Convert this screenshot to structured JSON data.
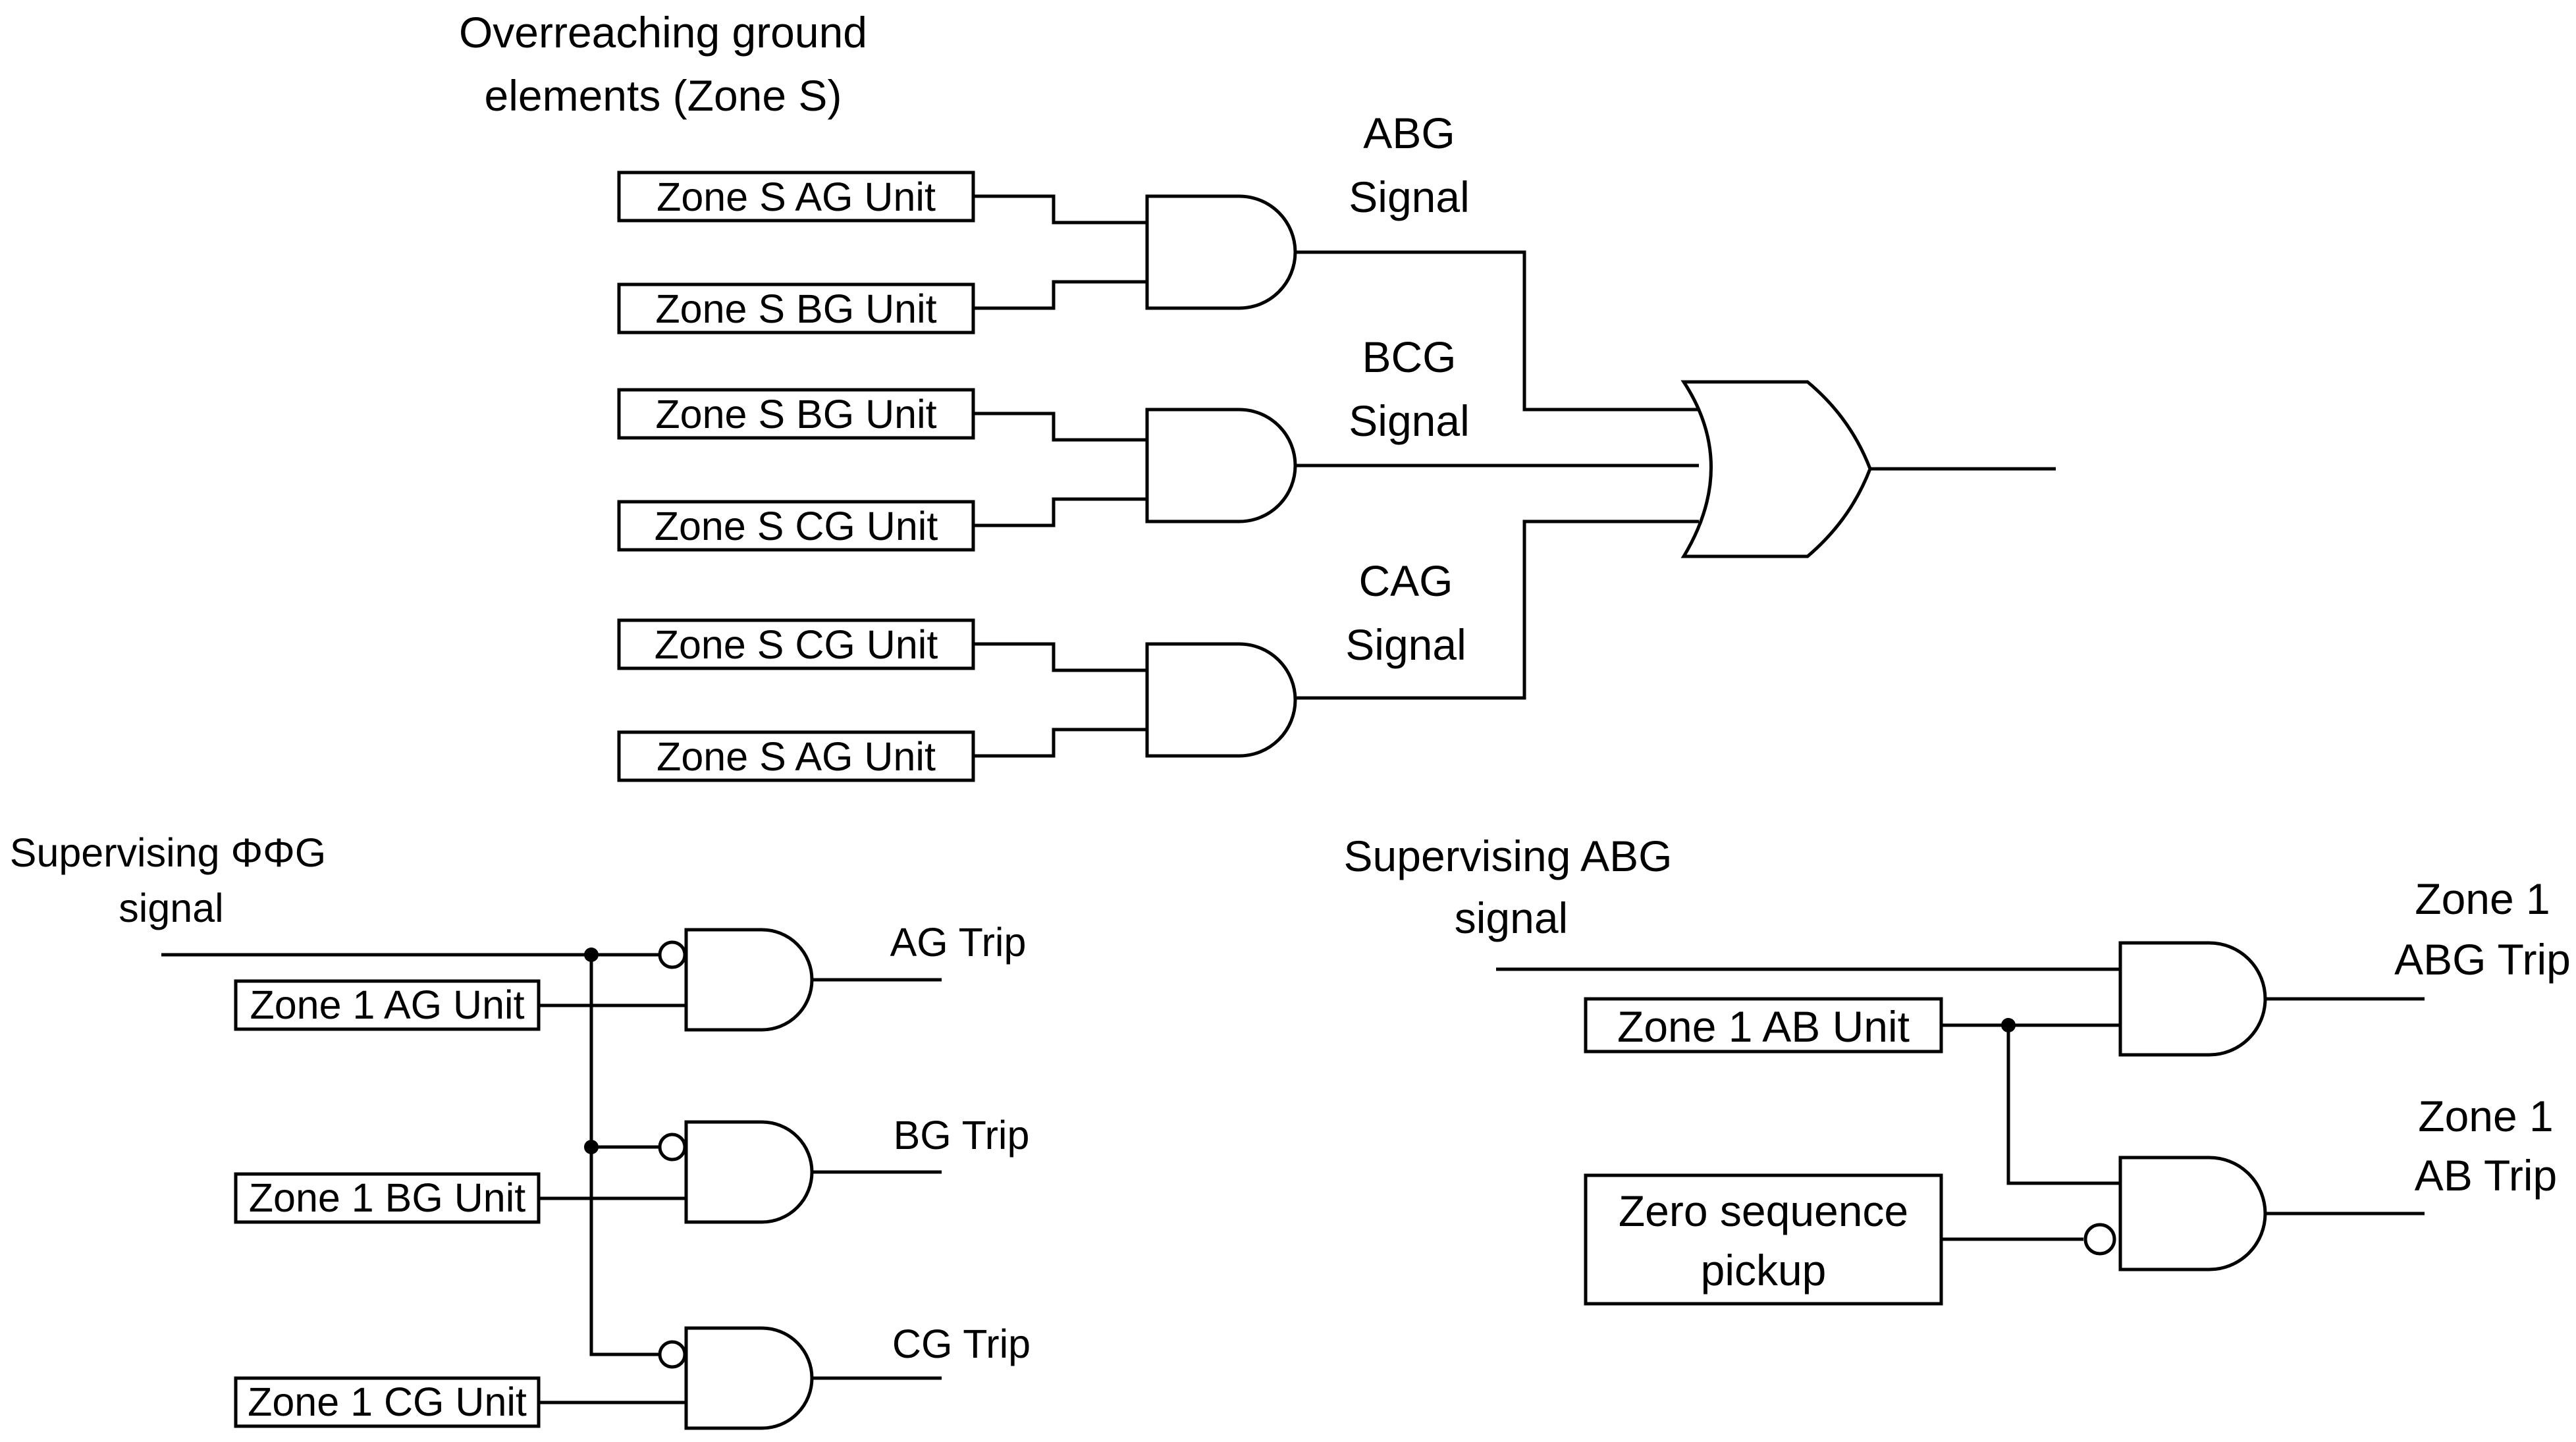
{
  "top": {
    "caption_line1": "Overreaching ground",
    "caption_line2": "elements  (Zone S)",
    "inputs": [
      "Zone S AG Unit",
      "Zone S BG Unit",
      "Zone S BG Unit",
      "Zone S CG Unit",
      "Zone S CG Unit",
      "Zone S AG Unit"
    ],
    "signals": [
      {
        "line1": "ABG",
        "line2": "Signal"
      },
      {
        "line1": "BCG",
        "line2": "Signal"
      },
      {
        "line1": "CAG",
        "line2": "Signal"
      }
    ]
  },
  "bottom_left": {
    "caption_line1": "Supervising ΦΦG",
    "caption_line2": "signal",
    "units": [
      "Zone 1 AG Unit",
      "Zone 1 BG Unit",
      "Zone 1 CG Unit"
    ],
    "outputs": [
      "AG Trip",
      "BG Trip",
      "CG Trip"
    ]
  },
  "bottom_right": {
    "caption_line1": "Supervising ABG",
    "caption_line2": "signal",
    "unit": "Zero sequence",
    "unit_ab": "Zone 1 AB Unit",
    "zero_seq_line1": "Zero sequence",
    "zero_seq_line2": "pickup",
    "out1_line1": "Zone 1",
    "out1_line2": "ABG Trip",
    "out2_line1": "Zone 1",
    "out2_line2": "AB Trip"
  }
}
